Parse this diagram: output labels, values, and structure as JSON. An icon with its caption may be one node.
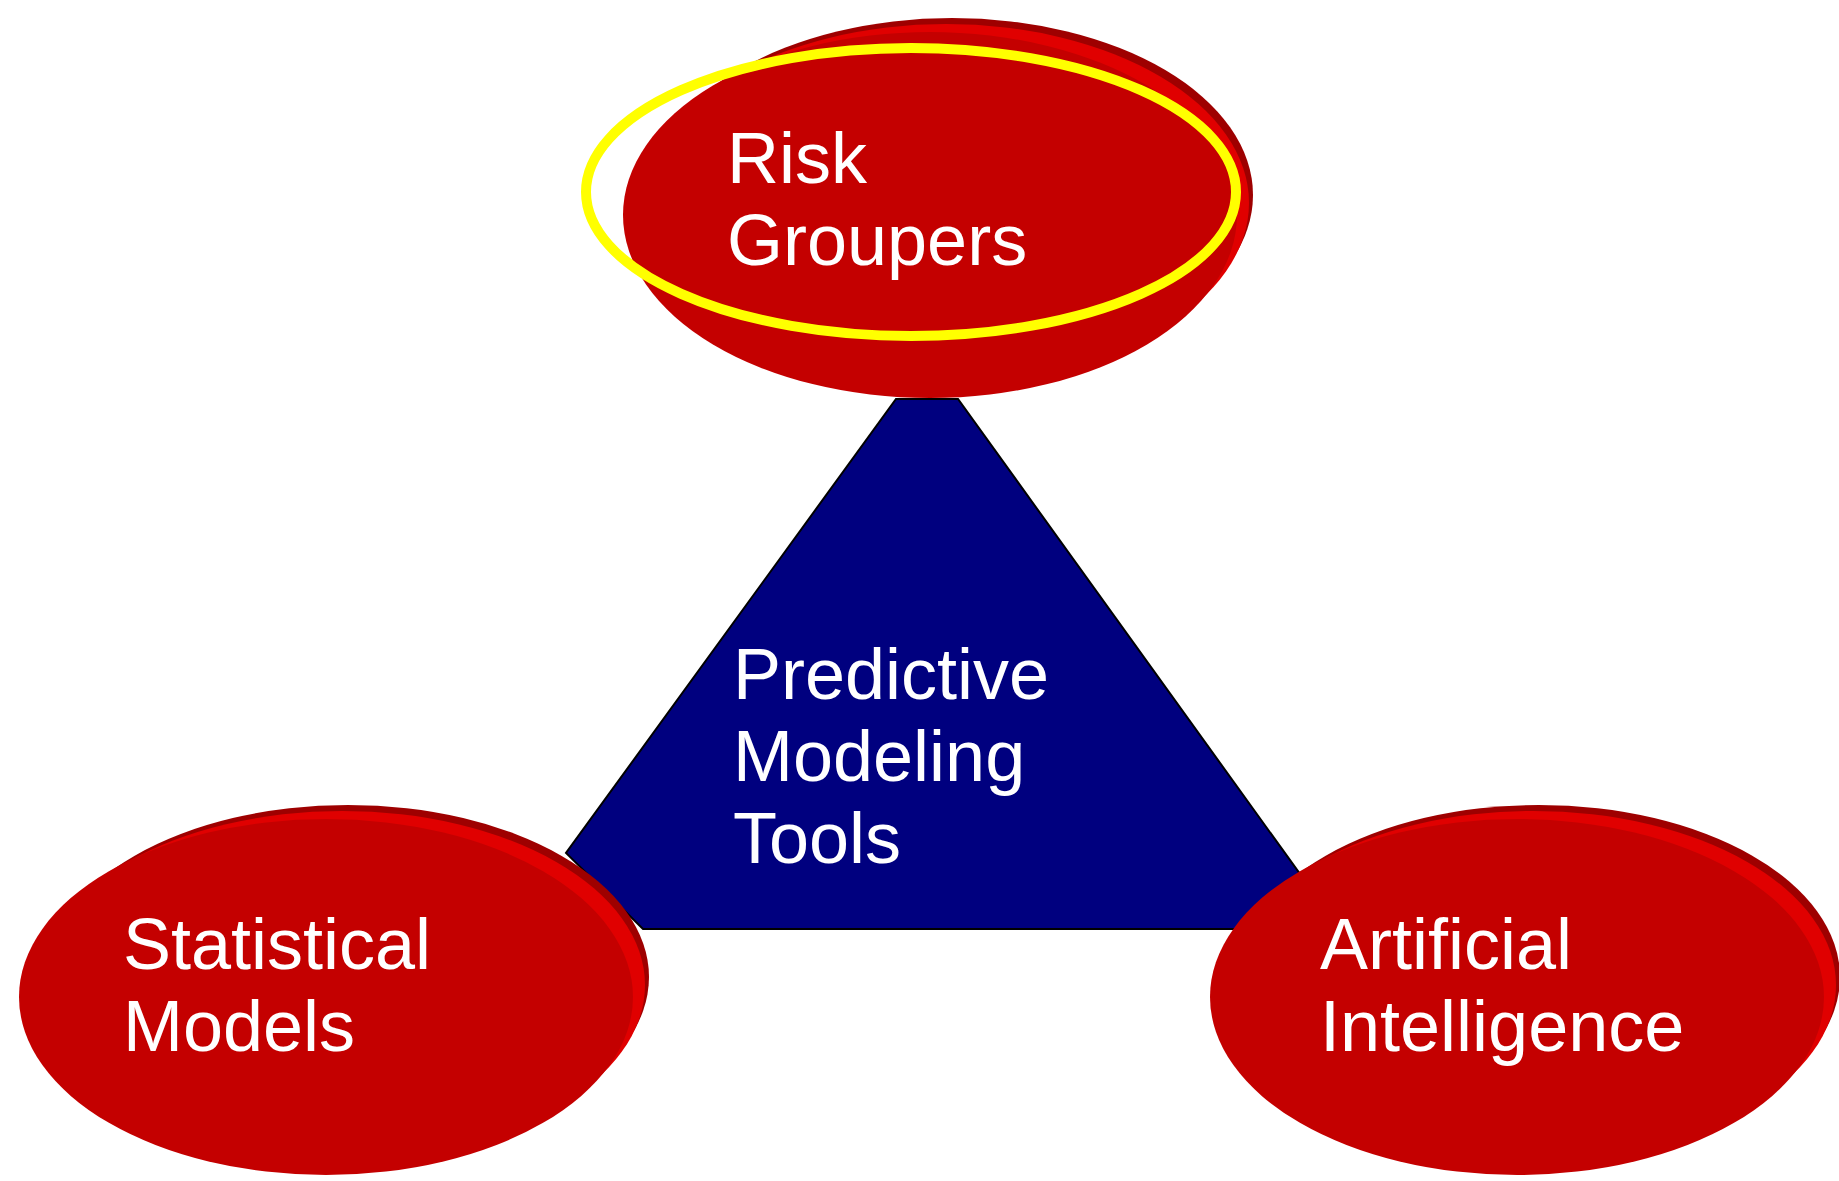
{
  "diagram": {
    "nodes": [
      {
        "text": [
          "Risk Groupers"
        ]
      },
      {
        "text": [
          "Predictive Modeling Tools"
        ]
      },
      {
        "text": [
          "Statistical Models"
        ]
      },
      {
        "text": [
          "Artificial Intelligence"
        ]
      }
    ]
  }
}
